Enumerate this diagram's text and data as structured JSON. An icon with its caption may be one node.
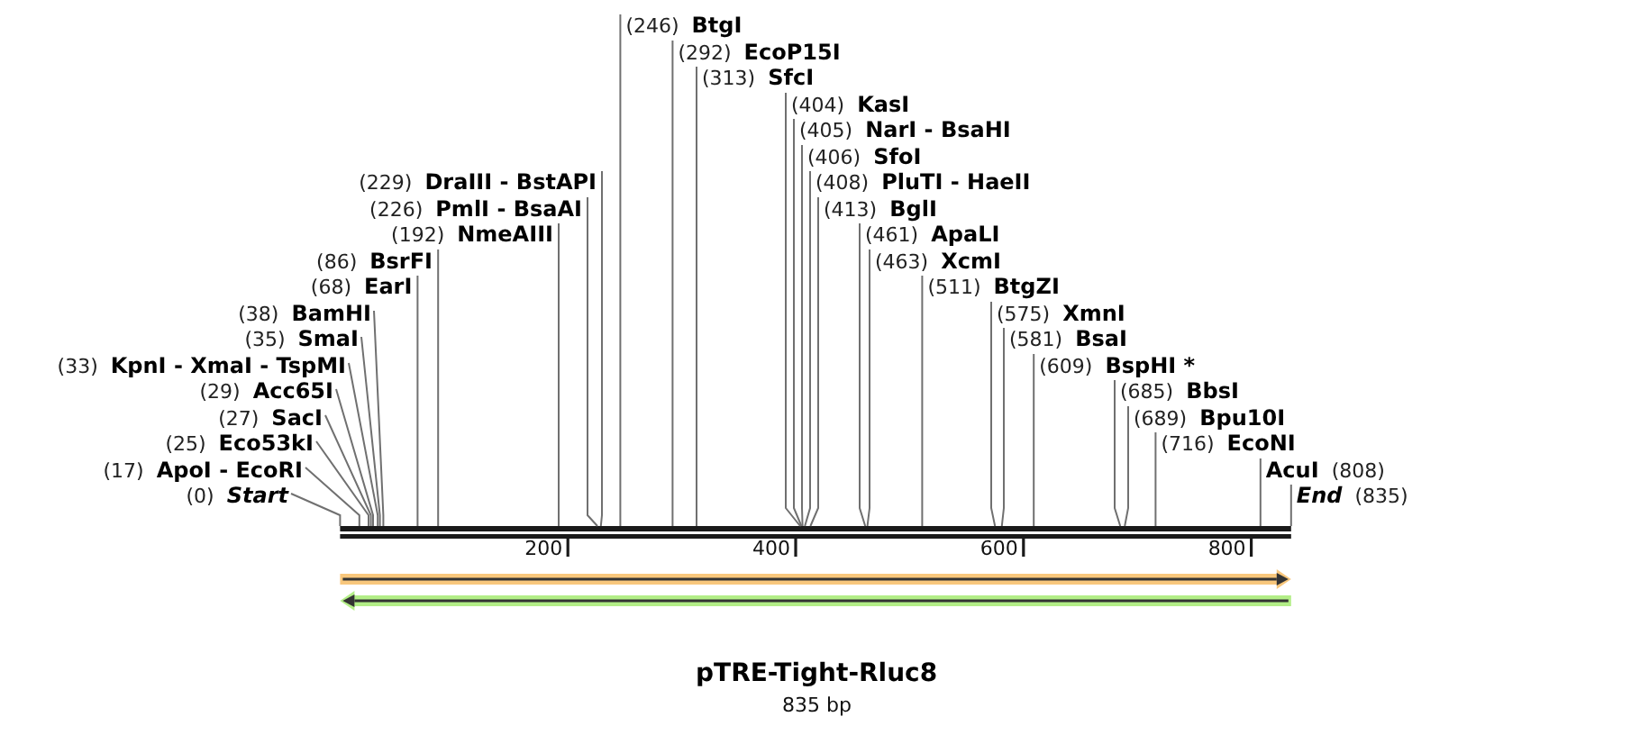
{
  "diagram": {
    "title": "pTRE-Tight-Rluc8",
    "caption": "835 bp",
    "nodes": [
      {
        "text": [
          "(229)",
          "DraIII - BstAPI"
        ]
      },
      {
        "text": [
          "(226)",
          "PmlI - BsaAI"
        ]
      },
      {
        "text": [
          "(192)",
          "NmeAIII"
        ]
      },
      {
        "text": [
          "(86)",
          "BsrFI"
        ]
      },
      {
        "text": [
          "(68)",
          "EarI"
        ]
      },
      {
        "text": [
          "(413)",
          "BglI"
        ]
      },
      {
        "text": [
          "(38)",
          "BamHI"
        ]
      },
      {
        "text": [
          "(408)",
          "PluTI - HaeII"
        ]
      },
      {
        "text": [
          "(609)",
          "BspHI *"
        ]
      },
      {
        "text": [
          "(35)",
          "SmaI"
        ]
      },
      {
        "text": [
          "(406)",
          "SfoI"
        ]
      },
      {
        "text": [
          "(33)",
          "KpnI - XmaI - TspMI"
        ]
      },
      {
        "text": [
          "(405)",
          "NarI - BsaHI"
        ]
      },
      {
        "text": [
          "(581)",
          "BsaI"
        ]
      },
      {
        "text": [
          "(29)",
          "Acc65I"
        ]
      },
      {
        "text": [
          "(404)",
          "KasI"
        ]
      },
      {
        "text": [
          "(575)",
          "XmnI"
        ]
      },
      {
        "text": [
          "(27)",
          "SacI"
        ]
      },
      {
        "text": [
          "(313)",
          "SfcI"
        ]
      },
      {
        "text": [
          "(511)",
          "BtgZI"
        ]
      },
      {
        "text": [
          "(716)",
          "EcoNI"
        ]
      },
      {
        "text": [
          "(25)",
          "Eco53kI"
        ]
      },
      {
        "text": [
          "(292)",
          "EcoP15I"
        ]
      },
      {
        "text": [
          "AcuI",
          "(808)"
        ]
      },
      {
        "text": [
          "(17)",
          "ApoI - EcoRI"
        ]
      },
      {
        "text": [
          "(463)",
          "XcmI"
        ]
      },
      {
        "text": [
          "(689)",
          "Bpu10I"
        ]
      },
      {
        "text": [
          "(0)",
          "Start"
        ]
      },
      {
        "text": [
          "(246)",
          "BtgI"
        ]
      },
      {
        "text": [
          "(461)",
          "ApaLI"
        ]
      },
      {
        "text": [
          "(685)",
          "BbsI"
        ]
      },
      {
        "text": [
          "End",
          "(835)"
        ]
      },
      {
        "text": [],
        "shape": "bar"
      },
      {
        "text": [],
        "shape": "arrow"
      },
      {
        "text": [],
        "shape": "arrow"
      }
    ],
    "edges": [
      {
        "from": 0,
        "to": 32,
        "arrow": "none"
      },
      {
        "from": 1,
        "to": 32,
        "arrow": "none"
      },
      {
        "from": 2,
        "to": 32,
        "arrow": "none"
      },
      {
        "from": 3,
        "to": 32,
        "arrow": "none"
      },
      {
        "from": 4,
        "to": 32,
        "arrow": "none"
      },
      {
        "from": 5,
        "to": 32,
        "arrow": "none"
      },
      {
        "from": 6,
        "to": 32,
        "arrow": "none"
      },
      {
        "from": 7,
        "to": 32,
        "arrow": "none"
      },
      {
        "from": 8,
        "to": 32,
        "arrow": "none"
      },
      {
        "from": 9,
        "to": 32,
        "arrow": "none"
      },
      {
        "from": 10,
        "to": 32,
        "arrow": "none"
      },
      {
        "from": 11,
        "to": 32,
        "arrow": "none"
      },
      {
        "from": 12,
        "to": 32,
        "arrow": "none"
      },
      {
        "from": 13,
        "to": 32,
        "arrow": "none"
      },
      {
        "from": 14,
        "to": 32,
        "arrow": "none"
      },
      {
        "from": 15,
        "to": 32,
        "arrow": "none"
      },
      {
        "from": 16,
        "to": 32,
        "arrow": "none"
      },
      {
        "from": 17,
        "to": 32,
        "arrow": "none"
      },
      {
        "from": 18,
        "to": 32,
        "arrow": "none"
      },
      {
        "from": 19,
        "to": 32,
        "arrow": "none"
      },
      {
        "from": 20,
        "to": 32,
        "arrow": "none"
      },
      {
        "from": 21,
        "to": 32,
        "arrow": "none"
      },
      {
        "from": 22,
        "to": 32,
        "arrow": "none"
      },
      {
        "from": 23,
        "to": 32,
        "arrow": "none"
      },
      {
        "from": 24,
        "to": 32,
        "arrow": "none"
      },
      {
        "from": 25,
        "to": 32,
        "arrow": "none"
      },
      {
        "from": 26,
        "to": 32,
        "arrow": "none"
      },
      {
        "from": 27,
        "to": 32,
        "arrow": "none"
      },
      {
        "from": 28,
        "to": 32,
        "arrow": "none"
      },
      {
        "from": 29,
        "to": 32,
        "arrow": "none"
      },
      {
        "from": 30,
        "to": 32,
        "arrow": "none"
      },
      {
        "from": 31,
        "to": 32,
        "arrow": "none"
      }
    ],
    "labels": [
      "200",
      "400",
      "600",
      "800"
    ]
  }
}
